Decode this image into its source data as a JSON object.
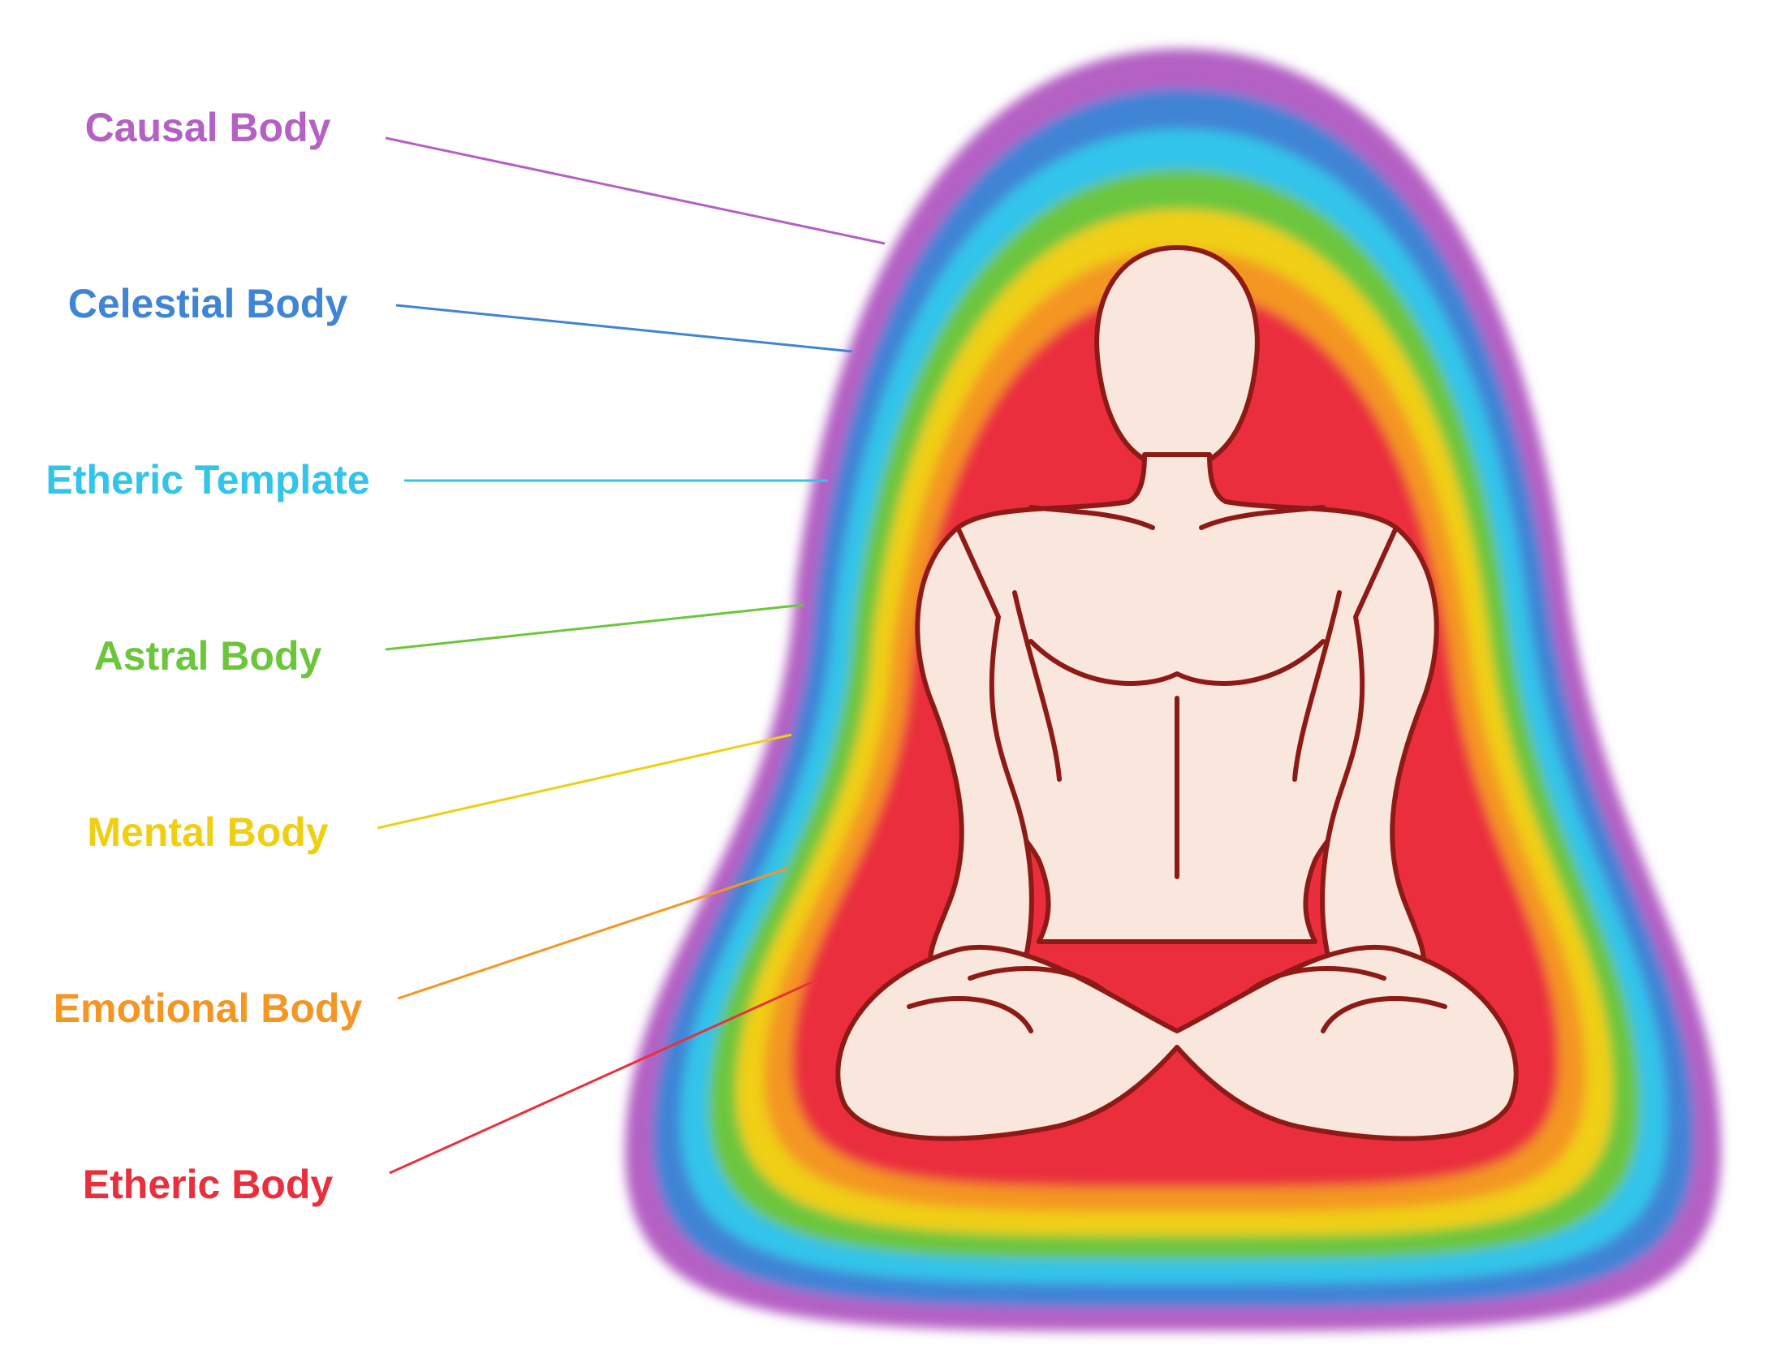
{
  "layers": [
    {
      "id": "causal",
      "label": "Causal Body",
      "color": "#b460c4"
    },
    {
      "id": "celestial",
      "label": "Celestial Body",
      "color": "#3f84d6"
    },
    {
      "id": "etheric-t",
      "label": "Etheric Template",
      "color": "#33c4ea"
    },
    {
      "id": "astral",
      "label": "Astral Body",
      "color": "#6cc63c"
    },
    {
      "id": "mental",
      "label": "Mental Body",
      "color": "#f0cf13"
    },
    {
      "id": "emotional",
      "label": "Emotional Body",
      "color": "#f49623"
    },
    {
      "id": "etheric-b",
      "label": "Etheric Body",
      "color": "#ea2f3c"
    }
  ],
  "figure": {
    "skin": "#f9e6dc",
    "outline": "#8d1a15"
  }
}
